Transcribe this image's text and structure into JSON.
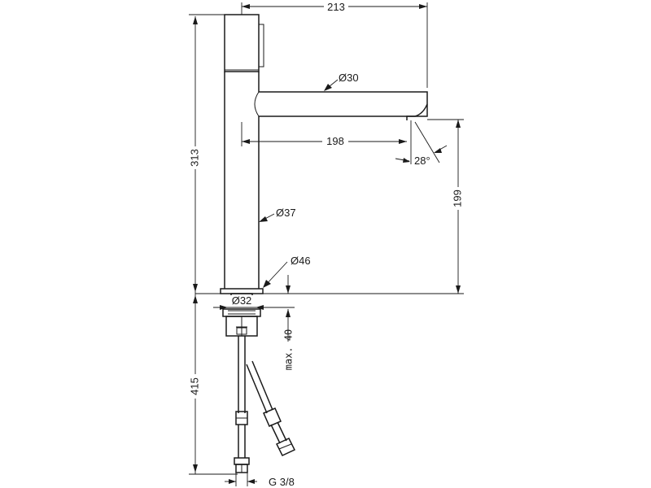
{
  "drawing": {
    "dimensions": {
      "overall_width": "213",
      "overall_height": "313",
      "spout_height": "199",
      "spout_reach": "198",
      "spout_angle": "28°",
      "spout_diameter": "Ø30",
      "body_diameter": "Ø37",
      "base_diameter": "Ø46",
      "mounting_hole": "Ø32",
      "max_deck_thickness": "max. 40",
      "hose_length": "415",
      "connection_thread": "G 3/8"
    }
  }
}
